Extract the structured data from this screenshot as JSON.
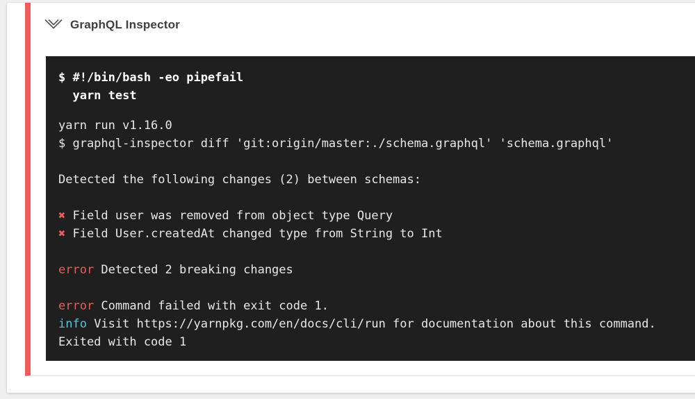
{
  "page": {
    "background": "#efefef"
  },
  "step": {
    "status": "failed",
    "status_color": "#ee5c5c",
    "header": {
      "title": "GraphQL Inspector",
      "collapse_icon": "chevron-double-down"
    }
  },
  "terminal": {
    "background": "#1f1f1f",
    "text_color": "#e8e8e8",
    "colors": {
      "cross": "#ef5a5a",
      "error": "#e2605c",
      "info": "#4ec9d9"
    },
    "command_lines": {
      "0": "$ #!/bin/bash -eo pipefail",
      "1": "  yarn test"
    },
    "output_lines": [
      [
        {
          "t": "yarn run v1.16.0"
        }
      ],
      [
        {
          "t": "$ graphql-inspector diff 'git:origin/master:./schema.graphql' 'schema.graphql'"
        }
      ],
      [],
      [
        {
          "t": "Detected the following changes (2) between schemas:"
        }
      ],
      [],
      [
        {
          "t": "✖",
          "k": "cross"
        },
        {
          "t": " Field user was removed from object type Query"
        }
      ],
      [
        {
          "t": "✖",
          "k": "cross"
        },
        {
          "t": " Field User.createdAt changed type from String to Int"
        }
      ],
      [],
      [
        {
          "t": "error",
          "k": "error"
        },
        {
          "t": " Detected 2 breaking changes"
        }
      ],
      [],
      [
        {
          "t": "error",
          "k": "error"
        },
        {
          "t": " Command failed with exit code 1."
        }
      ],
      [
        {
          "t": "info",
          "k": "info"
        },
        {
          "t": " Visit https://yarnpkg.com/en/docs/cli/run for documentation about this command."
        }
      ],
      [
        {
          "t": "Exited with code 1"
        }
      ]
    ]
  }
}
